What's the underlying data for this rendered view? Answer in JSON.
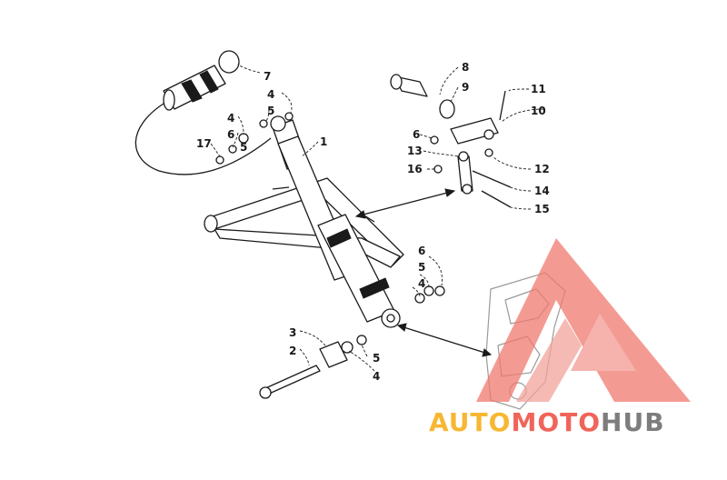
{
  "callouts": [
    "1",
    "2",
    "3",
    "4",
    "4",
    "4",
    "4",
    "5",
    "5",
    "5",
    "5",
    "6",
    "6",
    "6",
    "7",
    "8",
    "9",
    "10",
    "11",
    "12",
    "13",
    "14",
    "15",
    "16",
    "17"
  ],
  "watermark": {
    "part1": "AUTO",
    "part2": "MOTO",
    "part3": "HUB",
    "color1": "#f7b733",
    "color2": "#f0645a",
    "color3": "#7d7d7d"
  }
}
